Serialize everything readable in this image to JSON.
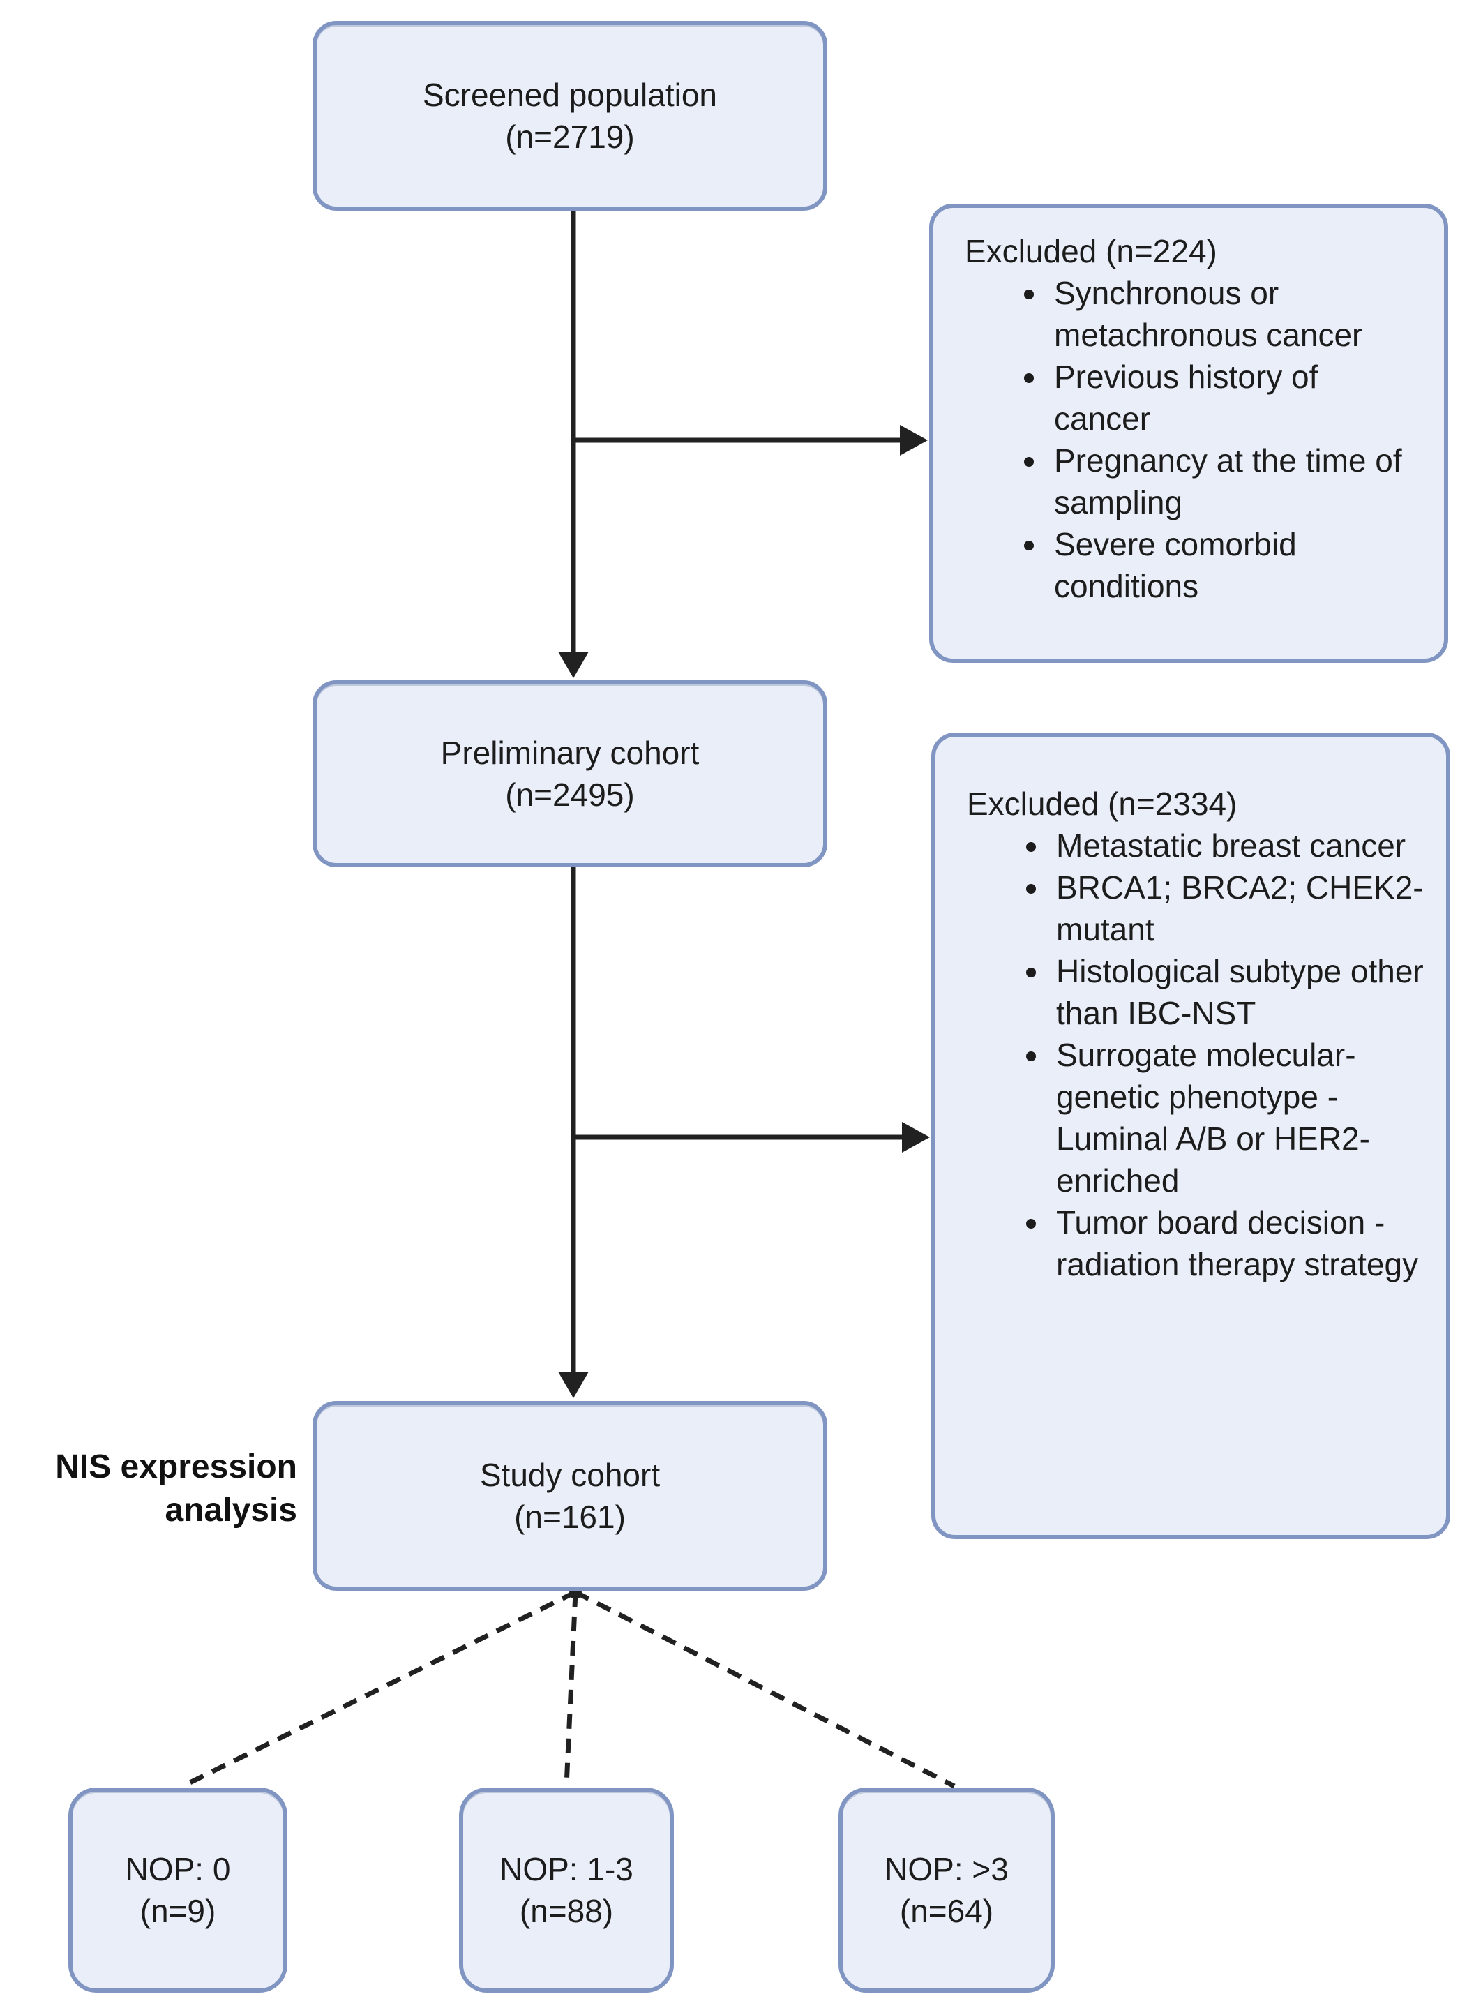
{
  "diagram": {
    "nodes": {
      "screened": {
        "title": "Screened population",
        "count": "(n=2719)"
      },
      "preliminary": {
        "title": "Preliminary cohort",
        "count": "(n=2495)"
      },
      "study": {
        "title": "Study cohort",
        "count": "(n=161)"
      },
      "nop_0": {
        "title": "NOP: 0",
        "count": "(n=9)"
      },
      "nop_1_3": {
        "title": "NOP: 1-3",
        "count": "(n=88)"
      },
      "nop_gt_3": {
        "title": "NOP: >3",
        "count": "(n=64)"
      }
    },
    "exclusions_1": {
      "title": "Excluded (n=224)",
      "items": [
        "Synchronous or metachronous cancer",
        "Previous history of cancer",
        "Pregnancy at the time of sampling",
        "Severe comorbid conditions"
      ]
    },
    "exclusions_2": {
      "title": "Excluded (n=2334)",
      "items": [
        "Metastatic breast cancer",
        "BRCA1; BRCA2; CHEK2-mutant",
        "Histological subtype other than IBC-NST",
        "Surrogate molecular-genetic phenotype - Luminal A/B or HER2-enriched",
        "Tumor board decision - radiation therapy strategy"
      ]
    },
    "side_label": {
      "line1": "NIS expression",
      "line2": "analysis"
    },
    "colors": {
      "box_fill": "#e9eef8",
      "box_border": "#8095c2",
      "connector": "#212121",
      "text": "#1c1c1c"
    }
  }
}
